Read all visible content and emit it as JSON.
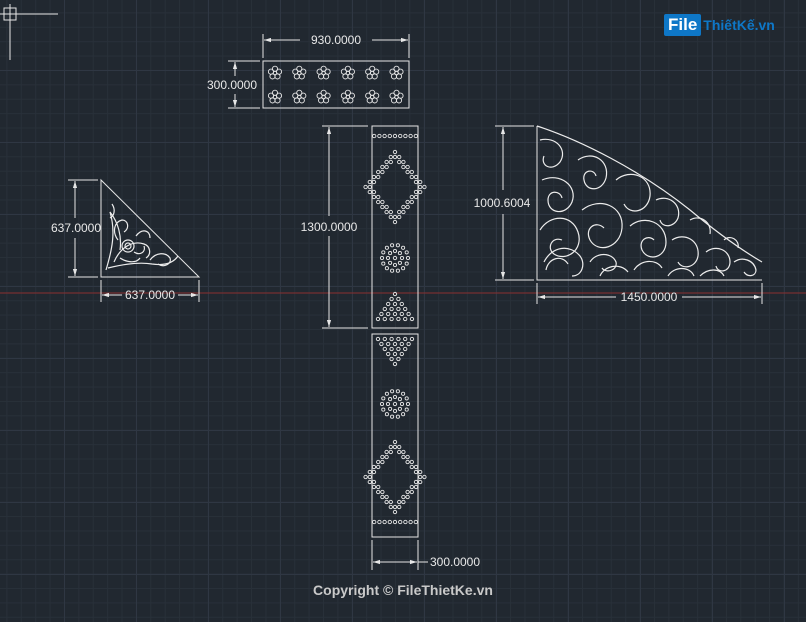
{
  "drawing": {
    "dimensions": {
      "top_panel_width": "930.0000",
      "top_panel_height": "300.0000",
      "corner_height": "637.0000",
      "corner_width": "637.0000",
      "column_height": "1300.0000",
      "column_width": "300.0000",
      "fan_height": "1000.6004",
      "fan_width": "1450.0000"
    },
    "colors": {
      "background": "#212830",
      "grid": "#2f3743",
      "lines": "#e6e6e6",
      "axis": "#8a2f2f",
      "brand": "#0e77c7"
    }
  },
  "watermark": {
    "logo_file": "File",
    "logo_rest": "ThiếtKế.vn",
    "copyright": "Copyright © FileThietKe.vn"
  }
}
